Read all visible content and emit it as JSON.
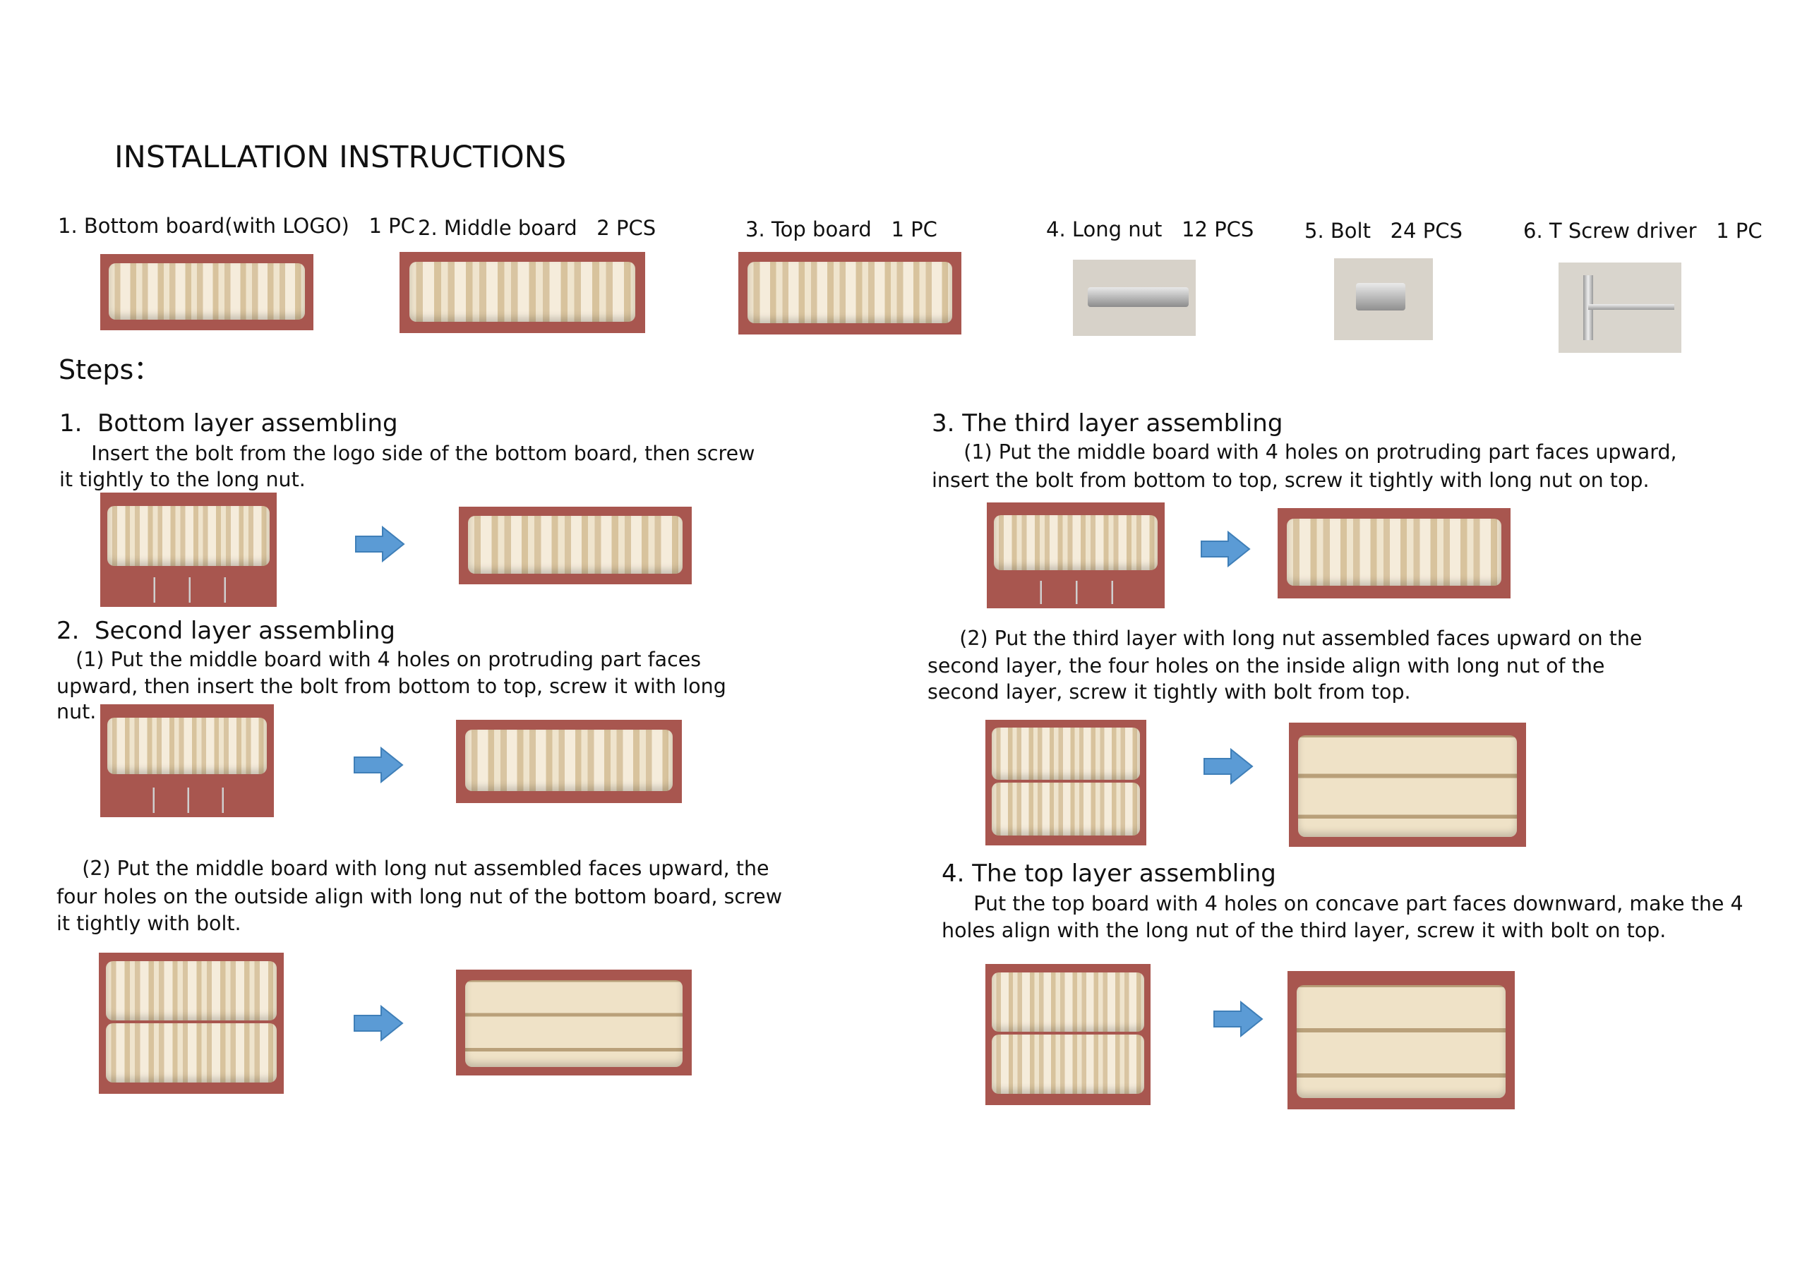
{
  "title": "INSTALLATION INSTRUCTIONS",
  "parts": [
    {
      "label": "1. Bottom board(with LOGO)   1 PC",
      "image": "bottom board photo"
    },
    {
      "label": "2. Middle board   2 PCS",
      "image": "middle board photo"
    },
    {
      "label": "3. Top board   1 PC",
      "image": "top board photo"
    },
    {
      "label": "4. Long nut   12 PCS",
      "image": "long nut photo"
    },
    {
      "label": "5. Bolt   24 PCS",
      "image": "bolt photo"
    },
    {
      "label": "6. T Screw driver   1 PC",
      "image": "t screwdriver photo"
    }
  ],
  "steps_label": "Steps：",
  "step1": {
    "heading": "1.  Bottom layer assembling",
    "lines": [
      "     Insert the bolt from the logo side of the bottom board, then screw",
      "it tightly to the long nut."
    ]
  },
  "step2": {
    "heading": "2.  Second layer assembling",
    "a_lines": [
      "   (1) Put the middle board with 4 holes on protruding part faces",
      "upward, then insert the bolt from bottom to top, screw it with long",
      "nut."
    ],
    "b_lines": [
      "    (2) Put the middle board with long nut assembled faces upward, the",
      "four holes on the outside align with long nut of the bottom board, screw",
      "it tightly with bolt."
    ]
  },
  "step3": {
    "heading": "3. The third layer assembling",
    "a_lines": [
      "     (1) Put the middle board with 4 holes on protruding part faces upward,",
      "insert the bolt from bottom to top, screw it tightly with long nut on top."
    ],
    "b_lines": [
      "     (2) Put the third layer with long nut assembled faces upward on the",
      "second layer, the four holes on the inside align with long nut of the",
      "second layer, screw it tightly with bolt from top."
    ]
  },
  "step4": {
    "heading": "4. The top layer assembling",
    "lines": [
      "     Put the top board with 4 holes on concave part faces downward, make the 4",
      "holes align with the long nut of the third layer, screw it with bolt on top."
    ]
  },
  "colors": {
    "arrow": "#5b9bd5",
    "table_bg": "#a8564f",
    "wood": "#efe4cd"
  }
}
